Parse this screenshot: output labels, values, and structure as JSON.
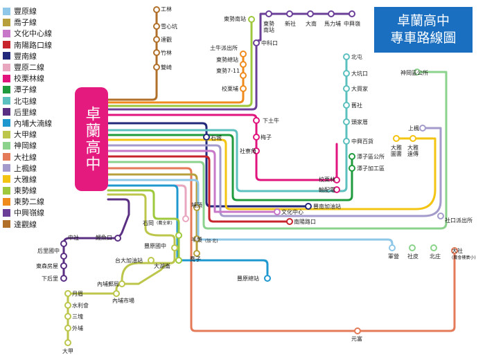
{
  "title": {
    "line1": "卓蘭高中",
    "line2": "專車路線圖"
  },
  "hub": {
    "label": "卓蘭高中"
  },
  "legend": [
    {
      "name": "豐原線",
      "color": "#8ec7e8"
    },
    {
      "name": "喬子線",
      "color": "#b7a03b"
    },
    {
      "name": "文化中心線",
      "color": "#c878c8"
    },
    {
      "name": "南陽路口線",
      "color": "#c8242d"
    },
    {
      "name": "豐南線",
      "color": "#22287a"
    },
    {
      "name": "豐原二線",
      "color": "#e8a6bf"
    },
    {
      "name": "校栗林線",
      "color": "#e0147c"
    },
    {
      "name": "潭子線",
      "color": "#1f9a3c"
    },
    {
      "name": "北屯線",
      "color": "#5cc0bf"
    },
    {
      "name": "后里線",
      "color": "#5a2f83"
    },
    {
      "name": "內埔大湳線",
      "color": "#1f98d0"
    },
    {
      "name": "大甲線",
      "color": "#bcc64a"
    },
    {
      "name": "神岡線",
      "color": "#8bd38c"
    },
    {
      "name": "大社線",
      "color": "#e57a58"
    },
    {
      "name": "上楓線",
      "color": "#a49bcc"
    },
    {
      "name": "大雅線",
      "color": "#f4c412"
    },
    {
      "name": "東勢線",
      "color": "#9ec93c"
    },
    {
      "name": "東勢二線",
      "color": "#ef8a1d"
    },
    {
      "name": "中興嶺線",
      "color": "#6b3f98"
    },
    {
      "name": "達觀線",
      "color": "#b0702a"
    }
  ],
  "stops": {
    "gonglin": "工林",
    "xuexinkeng": "雪心坑",
    "daguan": "達觀",
    "zhulin": "竹林",
    "shuangqi": "雙崎",
    "dongshi_south": "東勢南站",
    "dongshi_station": "東勢\n南站",
    "xinshe": "新社",
    "danan": "大南",
    "mali": "馬力埔",
    "zhongxingling": "中興嶺",
    "zhongke": "中科口",
    "tuniu_police": "土牛派出所",
    "dongshi_general": "東勢總站",
    "dongshi_711": "東勢7-11",
    "jiaoli": "校栗埔",
    "xiatuniu": "下土牛",
    "meizi": "梅子",
    "sheliaojiao": "社寮角",
    "shicheng": "石城",
    "beitun": "北屯",
    "dakengkou": "大坑口",
    "damaijia": "大買家",
    "jiusheng": "舊社",
    "toujia": "頭家厝",
    "zhongxing_baihuo": "中興百貨",
    "tanzi_office": "潭子區公所",
    "tanzi_factory": "潭子加工區",
    "jiaolilin": "校栗林",
    "lunpeidian": "輸配電",
    "fengnan_gas": "豐南加油站",
    "shengang_office": "神岡區公所",
    "shangfeng": "上楓",
    "daya_library": "大雅\n圖書",
    "daya_yuanchang": "大雅\n遠傳",
    "wenhua": "文化中心",
    "nanyang": "南陽路口",
    "shekou_police": "社口派出所",
    "shitou": "石岡",
    "shitou_note": "(農全家)",
    "fengyuan_school": "豐原國中",
    "taida_gas": "台大加油站",
    "dahulu": "大湖崙",
    "houli": "后里國中",
    "dongsen": "東森房屋",
    "xiahouli": "下后里",
    "houli_she": "中社",
    "linyukou": "鯉魚口",
    "neipu_post": "內埔郵局",
    "neipu_market": "內埔市場",
    "yuemei": "月眉",
    "shuili": "水利會",
    "sankuai": "三塊",
    "waipu": "外埔",
    "dajia": "大甲",
    "puding": "埔頂",
    "banjiang": "半漿",
    "banjiang_note": "(加·北)",
    "qiaozi": "喬子",
    "fengyuan_station": "豐原總站",
    "junliao": "軍營",
    "shepi": "社皮",
    "beizhuang": "北庄",
    "dashe": "大社",
    "dashe_note": "(農會樓廣小)",
    "yuanfu": "元富"
  }
}
